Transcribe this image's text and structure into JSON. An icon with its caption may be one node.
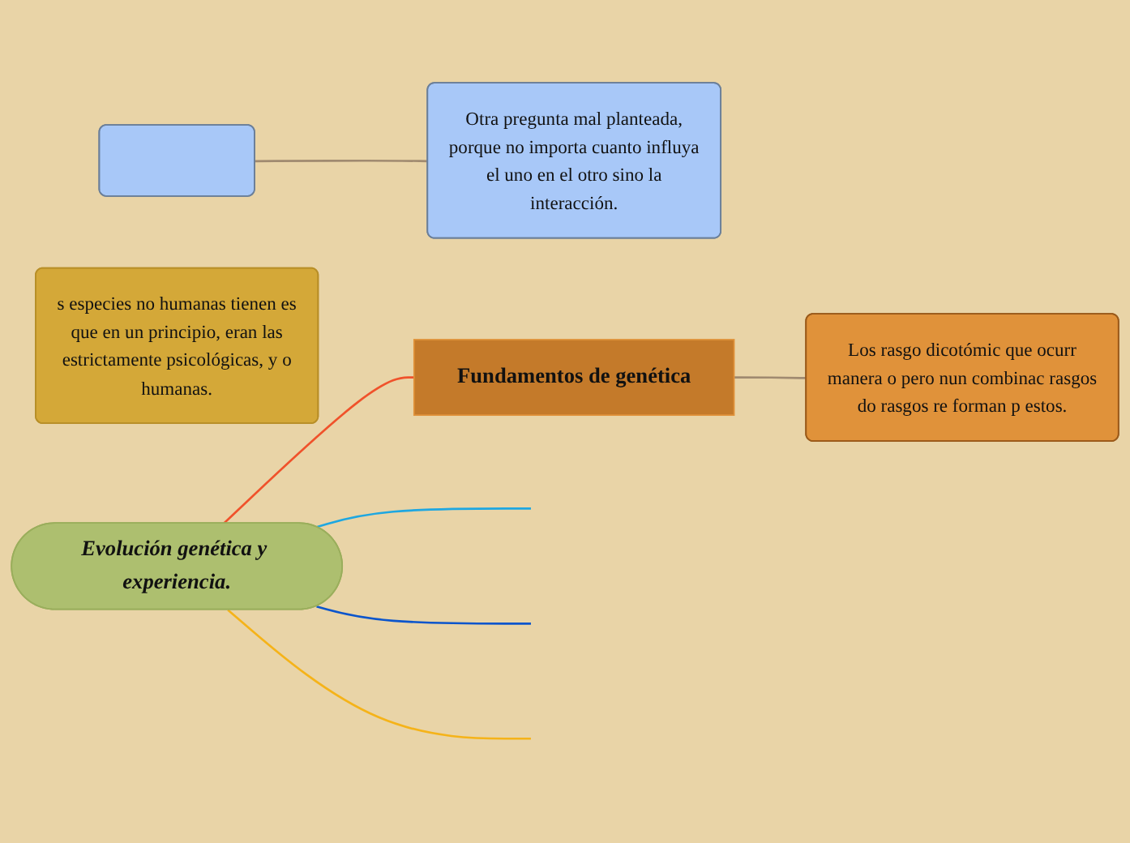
{
  "diagram": {
    "nodes": [
      {
        "text": [
          "Evolución genética y experiencia."
        ]
      },
      {
        "text": [
          "s especies no humanas tienen es que en un principio, eran las estrictamente psicológicas, y o humanas."
        ]
      },
      {
        "text": [],
        "shape": "box"
      },
      {
        "text": [
          "Otra pregunta mal planteada, porque no importa cuanto influya el uno en el otro sino la interacción."
        ]
      },
      {
        "text": [
          "Fundamentos de genética"
        ]
      },
      {
        "text": [
          "Los rasgo dicotómic que ocurr manera o pero nun combinac rasgos do rasgos re forman p estos."
        ]
      }
    ],
    "edges": [
      {
        "from": 0,
        "to": null,
        "arrow": "none",
        "color": "#1ea7e1"
      },
      {
        "from": 0,
        "to": null,
        "arrow": "none",
        "color": "#0b55cc"
      },
      {
        "from": 0,
        "to": 4,
        "arrow": "none",
        "color": "#f0522b"
      },
      {
        "from": 0,
        "to": null,
        "arrow": "none",
        "color": "#f5b319"
      },
      {
        "from": 4,
        "to": 5,
        "arrow": "none"
      },
      {
        "from": 2,
        "to": 3,
        "arrow": "none"
      }
    ]
  }
}
